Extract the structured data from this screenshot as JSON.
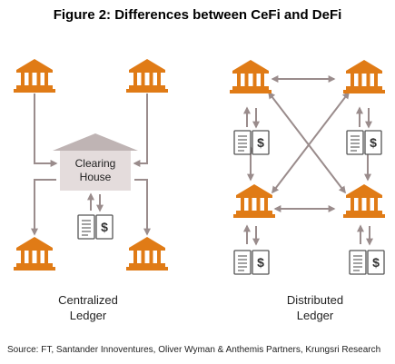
{
  "title": "Figure 2: Differences between CeFi and DeFi",
  "clearing_house": {
    "line1": "Clearing",
    "line2": "House"
  },
  "captions": {
    "centralized": {
      "line1": "Centralized",
      "line2": "Ledger"
    },
    "distributed": {
      "line1": "Distributed",
      "line2": "Ledger"
    }
  },
  "ledger_symbol": "$",
  "source": "Source: FT, Santander Innoventures, Oliver Wyman & Anthemis Partners,  Krungsri Research",
  "colors": {
    "bank": "#E07B16",
    "arrow": "#9a8c8c",
    "roof": "#bfb4b4",
    "clearing_box": "#e4dcdc",
    "ledger_stroke": "#555555"
  }
}
